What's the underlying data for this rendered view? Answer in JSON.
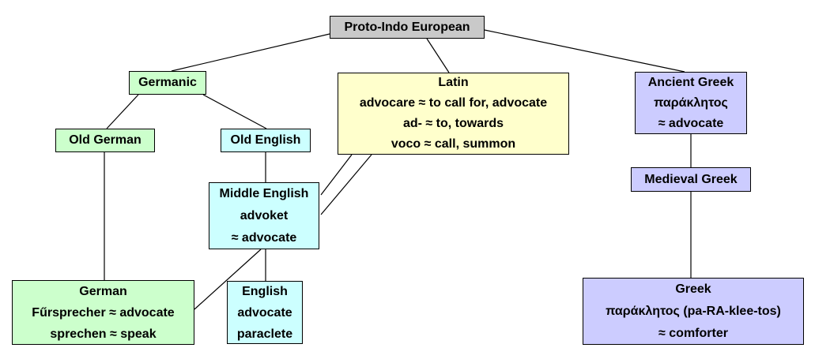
{
  "diagram": {
    "type": "etymology-tree",
    "palette": {
      "proto_root": "#c9c9c9",
      "germanic_branch": "#ccffcc",
      "english_branch": "#ccffff",
      "latin_branch": "#ffffcc",
      "greek_branch": "#ccccff",
      "line_color": "#000000",
      "background": "#ffffff"
    },
    "nodes": {
      "pie": {
        "fill": "#c9c9c9",
        "lines": [
          "Proto-Indo European"
        ]
      },
      "germanic": {
        "fill": "#ccffcc",
        "lines": [
          "Germanic"
        ]
      },
      "old_german": {
        "fill": "#ccffcc",
        "lines": [
          "Old German"
        ]
      },
      "old_english": {
        "fill": "#ccffff",
        "lines": [
          "Old English"
        ]
      },
      "latin": {
        "fill": "#ffffcc",
        "lines": [
          "Latin",
          "advocare ≈ to call for, advocate",
          "ad- ≈ to, towards",
          "voco ≈ call, summon"
        ]
      },
      "ancient_greek": {
        "fill": "#ccccff",
        "lines": [
          "Ancient Greek",
          "παράκλητος",
          "≈ advocate"
        ]
      },
      "middle_english": {
        "fill": "#ccffff",
        "lines": [
          "Middle English",
          "advoket",
          "≈ advocate"
        ]
      },
      "medieval_greek": {
        "fill": "#ccccff",
        "lines": [
          "Medieval Greek"
        ]
      },
      "german": {
        "fill": "#ccffcc",
        "lines": [
          "German",
          "Fűrsprecher ≈ advocate",
          "sprechen ≈ speak"
        ]
      },
      "english": {
        "fill": "#ccffff",
        "lines": [
          "English",
          "advocate",
          "paraclete"
        ]
      },
      "greek": {
        "fill": "#ccccff",
        "lines": [
          "Greek",
          "παράκλητος (pa-RA-klee-tos)",
          "≈ comforter"
        ]
      }
    },
    "edges": [
      {
        "from": "pie",
        "to": "germanic"
      },
      {
        "from": "pie",
        "to": "latin"
      },
      {
        "from": "pie",
        "to": "ancient_greek"
      },
      {
        "from": "germanic",
        "to": "old_german"
      },
      {
        "from": "germanic",
        "to": "old_english"
      },
      {
        "from": "old_german",
        "to": "german"
      },
      {
        "from": "old_english",
        "to": "middle_english"
      },
      {
        "from": "latin",
        "to": "middle_english"
      },
      {
        "from": "latin",
        "to": "middle_english"
      },
      {
        "from": "middle_english",
        "to": "english"
      },
      {
        "from": "middle_english",
        "to": "german"
      },
      {
        "from": "ancient_greek",
        "to": "medieval_greek"
      },
      {
        "from": "medieval_greek",
        "to": "greek"
      }
    ]
  }
}
